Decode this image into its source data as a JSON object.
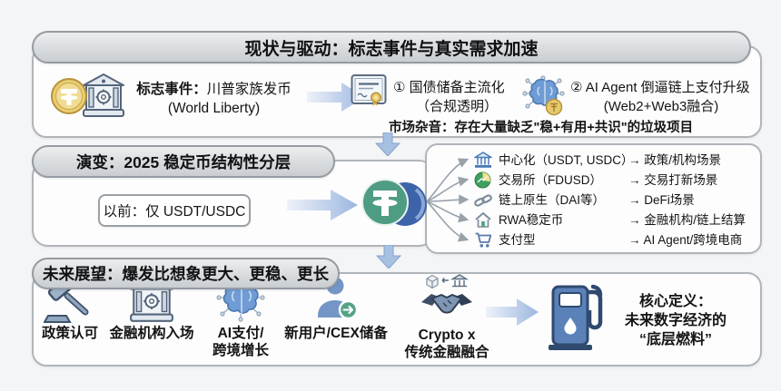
{
  "s1": {
    "title": "现状与驱动：标志事件与真实需求加速",
    "event_label": "标志事件：",
    "event_name": "川普家族发币",
    "event_sub": "(World Liberty)",
    "item1_line1": "① 国债储备主流化",
    "item1_line2": "（合规透明）",
    "item2_line1": "② AI Agent 倒逼链上支付升级",
    "item2_line2": "(Web2+Web3融合)",
    "noise_label": "市场杂音：",
    "noise_text": "存在大量缺乏\"稳+有用+共识\"的垃圾项目"
  },
  "s2": {
    "title": "演变：2025 稳定币结构性分层",
    "before": "以前：仅 USDT/USDC",
    "rows": [
      {
        "icon": "bank-icon",
        "label": "中心化（USDT, USDC）",
        "scene": "→ 政策/机构场景"
      },
      {
        "icon": "exchange-pie-icon",
        "label": "交易所（FDUSD）",
        "scene": "→ 交易打新场景"
      },
      {
        "icon": "chain-link-icon",
        "label": "链上原生（DAI等）",
        "scene": "→ DeFi场景"
      },
      {
        "icon": "rwa-house-icon",
        "label": "RWA稳定币",
        "scene": "→ 金融机构/链上结算"
      },
      {
        "icon": "cart-icon",
        "label": "支付型",
        "scene": "→ AI Agent/跨境电商"
      }
    ]
  },
  "s3": {
    "title": "未来展望：爆发比想象更大、更稳、更长",
    "drivers": [
      {
        "icon": "gavel-icon",
        "line1": "政策认可",
        "line2": ""
      },
      {
        "icon": "bank-gear-icon",
        "line1": "金融机构入场",
        "line2": ""
      },
      {
        "icon": "ai-brain-icon",
        "line1": "AI支付/",
        "line2": "跨境增长"
      },
      {
        "icon": "new-user-icon",
        "line1": "新用户/CEX储备",
        "line2": ""
      },
      {
        "icon": "crypto-tradfi-icon",
        "line1": "Crypto x",
        "line2": "传统金融融合"
      }
    ],
    "core_line1": "核心定义：",
    "core_line2": "未来数字经济的",
    "core_line3": "“底层燃料”"
  },
  "colors": {
    "pill_gray": "#d3d6da",
    "arrow_blue": "#9db7e0",
    "tether_teal": "#4f9c85",
    "tether_gold": "#e6c96a",
    "coin_back_blue": "#3d63a8"
  }
}
